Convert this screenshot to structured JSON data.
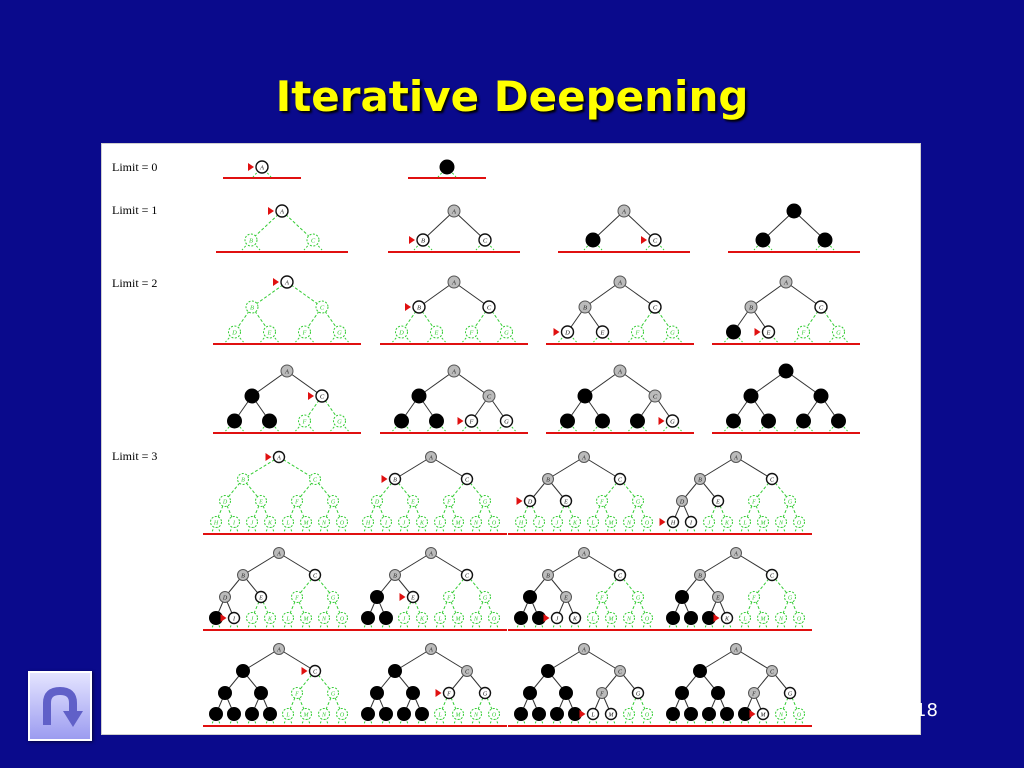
{
  "slide": {
    "title": "Iterative Deepening",
    "slide_number": "18"
  },
  "diagram": {
    "row_labels": [
      "Limit = 0",
      "Limit = 1",
      "Limit = 2",
      "Limit = 3"
    ],
    "node_names": [
      "A",
      "B",
      "C",
      "D",
      "E",
      "F",
      "G",
      "H",
      "I",
      "J",
      "K",
      "L",
      "M",
      "N",
      "O"
    ],
    "colors": {
      "boundary_line": "#e01010",
      "unexplored_edge": "#33cc33",
      "explored_edge": "#333333",
      "expanded_node": "#bbbbbb",
      "fringe_node": "#ffffff",
      "visited_node": "#000000",
      "pointer": "#e01010"
    },
    "panels": [
      {
        "limit": 0,
        "state": {
          "A": "f"
        },
        "pointer": "A"
      },
      {
        "limit": 0,
        "state": {
          "A": "v"
        }
      },
      {
        "limit": 1,
        "state": {
          "A": "f"
        },
        "pointer": "A"
      },
      {
        "limit": 1,
        "state": {
          "A": "x",
          "B": "f",
          "C": "f"
        },
        "pointer": "B"
      },
      {
        "limit": 1,
        "state": {
          "A": "x",
          "B": "v",
          "C": "f"
        },
        "pointer": "C"
      },
      {
        "limit": 1,
        "state": {
          "A": "v",
          "B": "v",
          "C": "v"
        }
      },
      {
        "limit": 2,
        "state": {
          "A": "f"
        },
        "pointer": "A"
      },
      {
        "limit": 2,
        "state": {
          "A": "x",
          "B": "f",
          "C": "f"
        },
        "pointer": "B"
      },
      {
        "limit": 2,
        "state": {
          "A": "x",
          "B": "x",
          "C": "f",
          "D": "f",
          "E": "f"
        },
        "pointer": "D"
      },
      {
        "limit": 2,
        "state": {
          "A": "x",
          "B": "x",
          "C": "f",
          "D": "v",
          "E": "f"
        },
        "pointer": "E"
      },
      {
        "limit": 2,
        "state": {
          "A": "x",
          "B": "v",
          "C": "f",
          "D": "v",
          "E": "v"
        },
        "pointer": "C"
      },
      {
        "limit": 2,
        "state": {
          "A": "x",
          "B": "v",
          "C": "x",
          "D": "v",
          "E": "v",
          "F": "f",
          "G": "f"
        },
        "pointer": "F"
      },
      {
        "limit": 2,
        "state": {
          "A": "x",
          "B": "v",
          "C": "x",
          "D": "v",
          "E": "v",
          "F": "v",
          "G": "f"
        },
        "pointer": "G"
      },
      {
        "limit": 2,
        "state": {
          "A": "v",
          "B": "v",
          "C": "v",
          "D": "v",
          "E": "v",
          "F": "v",
          "G": "v"
        }
      },
      {
        "limit": 3,
        "state": {
          "A": "f"
        },
        "pointer": "A"
      },
      {
        "limit": 3,
        "state": {
          "A": "x",
          "B": "f",
          "C": "f"
        },
        "pointer": "B"
      },
      {
        "limit": 3,
        "state": {
          "A": "x",
          "B": "x",
          "C": "f",
          "D": "f",
          "E": "f"
        },
        "pointer": "D"
      },
      {
        "limit": 3,
        "state": {
          "A": "x",
          "B": "x",
          "C": "f",
          "D": "x",
          "E": "f",
          "H": "f",
          "I": "f"
        },
        "pointer": "H"
      },
      {
        "limit": 3,
        "state": {
          "A": "x",
          "B": "x",
          "C": "f",
          "D": "x",
          "E": "f",
          "H": "v",
          "I": "f"
        },
        "pointer": "I"
      },
      {
        "limit": 3,
        "state": {
          "A": "x",
          "B": "x",
          "C": "f",
          "D": "v",
          "E": "f",
          "H": "v",
          "I": "v"
        },
        "pointer": "E"
      },
      {
        "limit": 3,
        "state": {
          "A": "x",
          "B": "x",
          "C": "f",
          "D": "v",
          "E": "x",
          "H": "v",
          "I": "v",
          "J": "f",
          "K": "f"
        },
        "pointer": "J"
      },
      {
        "limit": 3,
        "state": {
          "A": "x",
          "B": "x",
          "C": "f",
          "D": "v",
          "E": "x",
          "H": "v",
          "I": "v",
          "J": "v",
          "K": "f"
        },
        "pointer": "K"
      },
      {
        "limit": 3,
        "state": {
          "A": "x",
          "B": "v",
          "C": "f",
          "D": "v",
          "E": "v",
          "H": "v",
          "I": "v",
          "J": "v",
          "K": "v"
        },
        "pointer": "C"
      },
      {
        "limit": 3,
        "state": {
          "A": "x",
          "B": "v",
          "C": "x",
          "D": "v",
          "E": "v",
          "F": "f",
          "G": "f",
          "H": "v",
          "I": "v",
          "J": "v",
          "K": "v"
        },
        "pointer": "F"
      },
      {
        "limit": 3,
        "state": {
          "A": "x",
          "B": "v",
          "C": "x",
          "D": "v",
          "E": "v",
          "F": "x",
          "G": "f",
          "H": "v",
          "I": "v",
          "J": "v",
          "K": "v",
          "L": "f",
          "M": "f"
        },
        "pointer": "L"
      },
      {
        "limit": 3,
        "state": {
          "A": "x",
          "B": "v",
          "C": "x",
          "D": "v",
          "E": "v",
          "F": "x",
          "G": "f",
          "H": "v",
          "I": "v",
          "J": "v",
          "K": "v",
          "L": "v",
          "M": "f"
        },
        "pointer": "M"
      }
    ]
  }
}
